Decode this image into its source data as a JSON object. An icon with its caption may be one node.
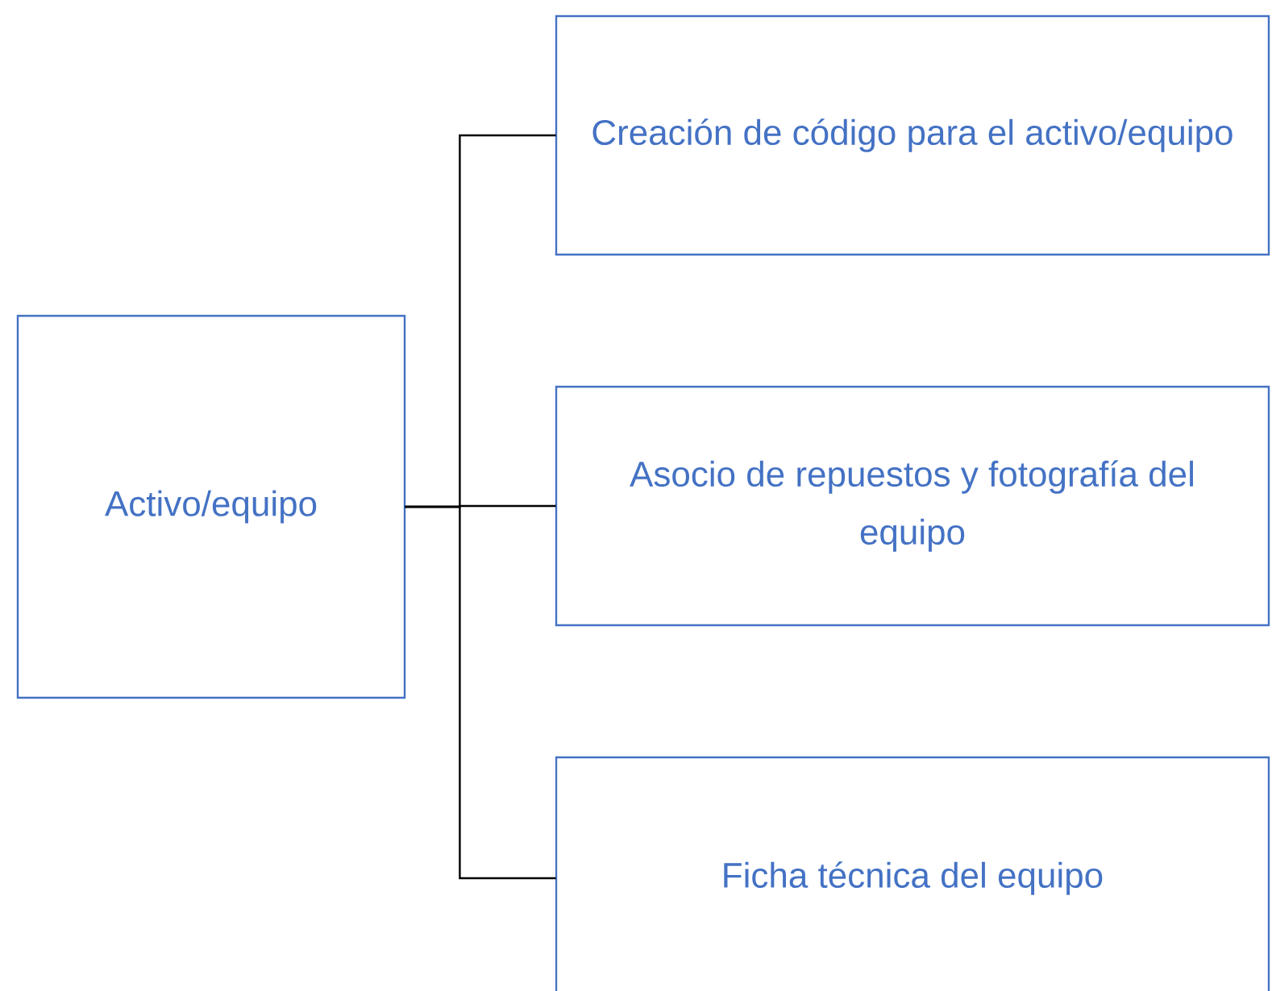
{
  "diagram": {
    "nodes": [
      {
        "text": [
          "Activo/equipo"
        ]
      },
      {
        "text": [
          "Creación de código para el activo/equipo"
        ]
      },
      {
        "text": [
          "Asocio de repuestos y fotografía del equipo"
        ]
      },
      {
        "text": [
          "Ficha técnica del equipo"
        ]
      }
    ],
    "edges": [
      {
        "from": 0,
        "to": 1,
        "arrow": "none"
      },
      {
        "from": 0,
        "to": 2,
        "arrow": "none"
      },
      {
        "from": 0,
        "to": 3,
        "arrow": "none"
      }
    ]
  }
}
